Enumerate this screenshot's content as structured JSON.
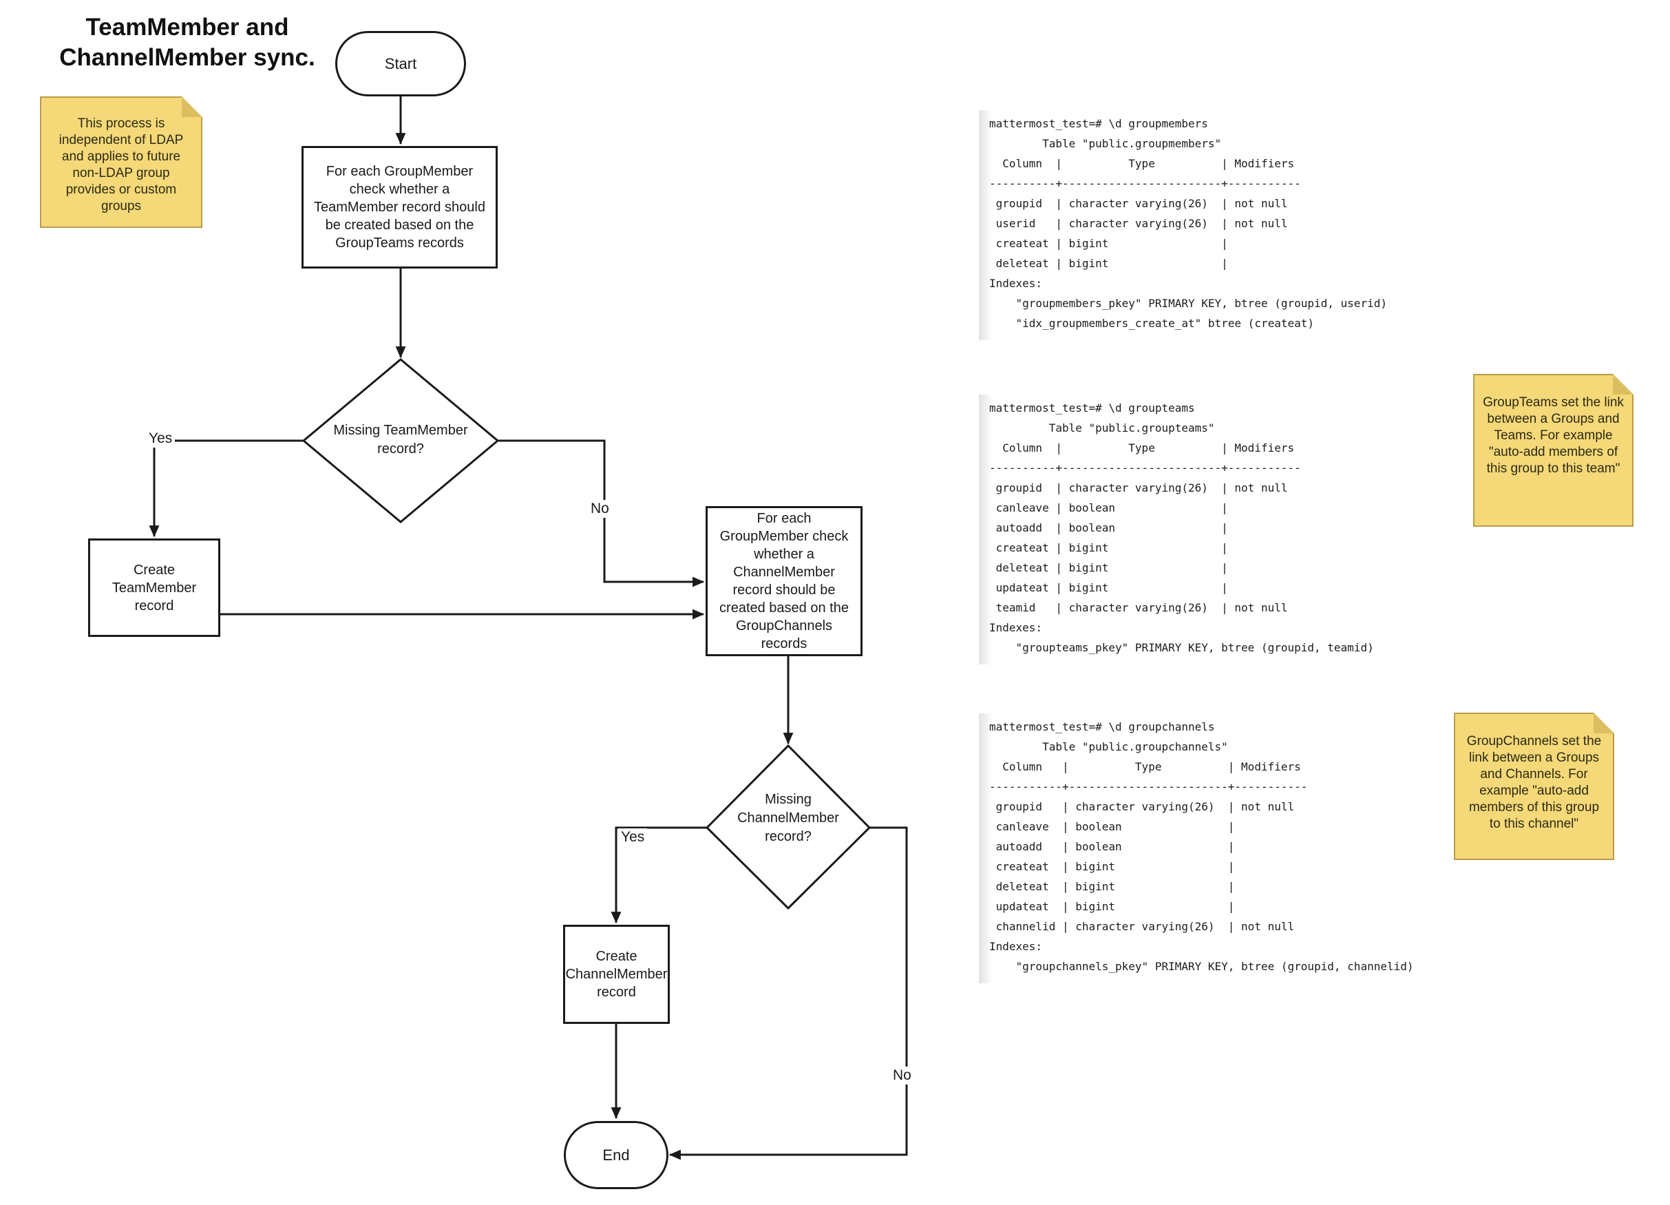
{
  "title": {
    "line1": "TeamMember and",
    "line2": "ChannelMember sync."
  },
  "sticky_notes": {
    "ldap_note": "This process is independent of LDAP and applies to future non-LDAP group provides or custom groups",
    "groupteams_note": "GroupTeams set the link between a Groups and Teams. For example \"auto-add members of this group to this team\"",
    "groupchannels_note": "GroupChannels set the link between a Groups and Channels. For example \"auto-add members of this group to this channel\""
  },
  "flowchart": {
    "start_label": "Start",
    "process_teammember": "For each GroupMember check whether a TeamMember record should be created based on the GroupTeams records",
    "decision_teammember": "Missing TeamMember record?",
    "create_teammember": "Create TeamMember record",
    "process_channelmember": "For each GroupMember check whether a ChannelMember record should be created based on the GroupChannels records",
    "decision_channelmember": "Missing ChannelMember record?",
    "create_channelmember": "Create ChannelMember record",
    "end_label": "End",
    "edge_labels": {
      "decision1_yes": "Yes",
      "decision1_no": "No",
      "decision2_yes": "Yes",
      "decision2_no": "No"
    }
  },
  "terminal_outputs": {
    "groupmembers": {
      "lines": [
        "mattermost_test=# \\d groupmembers",
        "        Table \"public.groupmembers\"",
        "  Column  |          Type          | Modifiers",
        "----------+------------------------+-----------",
        " groupid  | character varying(26)  | not null",
        " userid   | character varying(26)  | not null",
        " createat | bigint                 |",
        " deleteat | bigint                 |",
        "Indexes:",
        "    \"groupmembers_pkey\" PRIMARY KEY, btree (groupid, userid)",
        "    \"idx_groupmembers_create_at\" btree (createat)"
      ]
    },
    "groupteams": {
      "lines": [
        "mattermost_test=# \\d groupteams",
        "         Table \"public.groupteams\"",
        "  Column  |          Type          | Modifiers",
        "----------+------------------------+-----------",
        " groupid  | character varying(26)  | not null",
        " canleave | boolean                |",
        " autoadd  | boolean                |",
        " createat | bigint                 |",
        " deleteat | bigint                 |",
        " updateat | bigint                 |",
        " teamid   | character varying(26)  | not null",
        "Indexes:",
        "    \"groupteams_pkey\" PRIMARY KEY, btree (groupid, teamid)"
      ]
    },
    "groupchannels": {
      "lines": [
        "mattermost_test=# \\d groupchannels",
        "        Table \"public.groupchannels\"",
        "  Column   |          Type          | Modifiers",
        "-----------+------------------------+-----------",
        " groupid   | character varying(26)  | not null",
        " canleave  | boolean                |",
        " autoadd   | boolean                |",
        " createat  | bigint                 |",
        " deleteat  | bigint                 |",
        " updateat  | bigint                 |",
        " channelid | character varying(26)  | not null",
        "Indexes:",
        "    \"groupchannels_pkey\" PRIMARY KEY, btree (groupid, channelid)"
      ]
    }
  },
  "colors": {
    "note_fill": "#F5D878",
    "note_border": "#BA9C48",
    "note_fold": "#DCBE60",
    "line_color": "#1A1A1A",
    "terminal_text": "#1C1C1C",
    "background": "#FFFFFF"
  }
}
